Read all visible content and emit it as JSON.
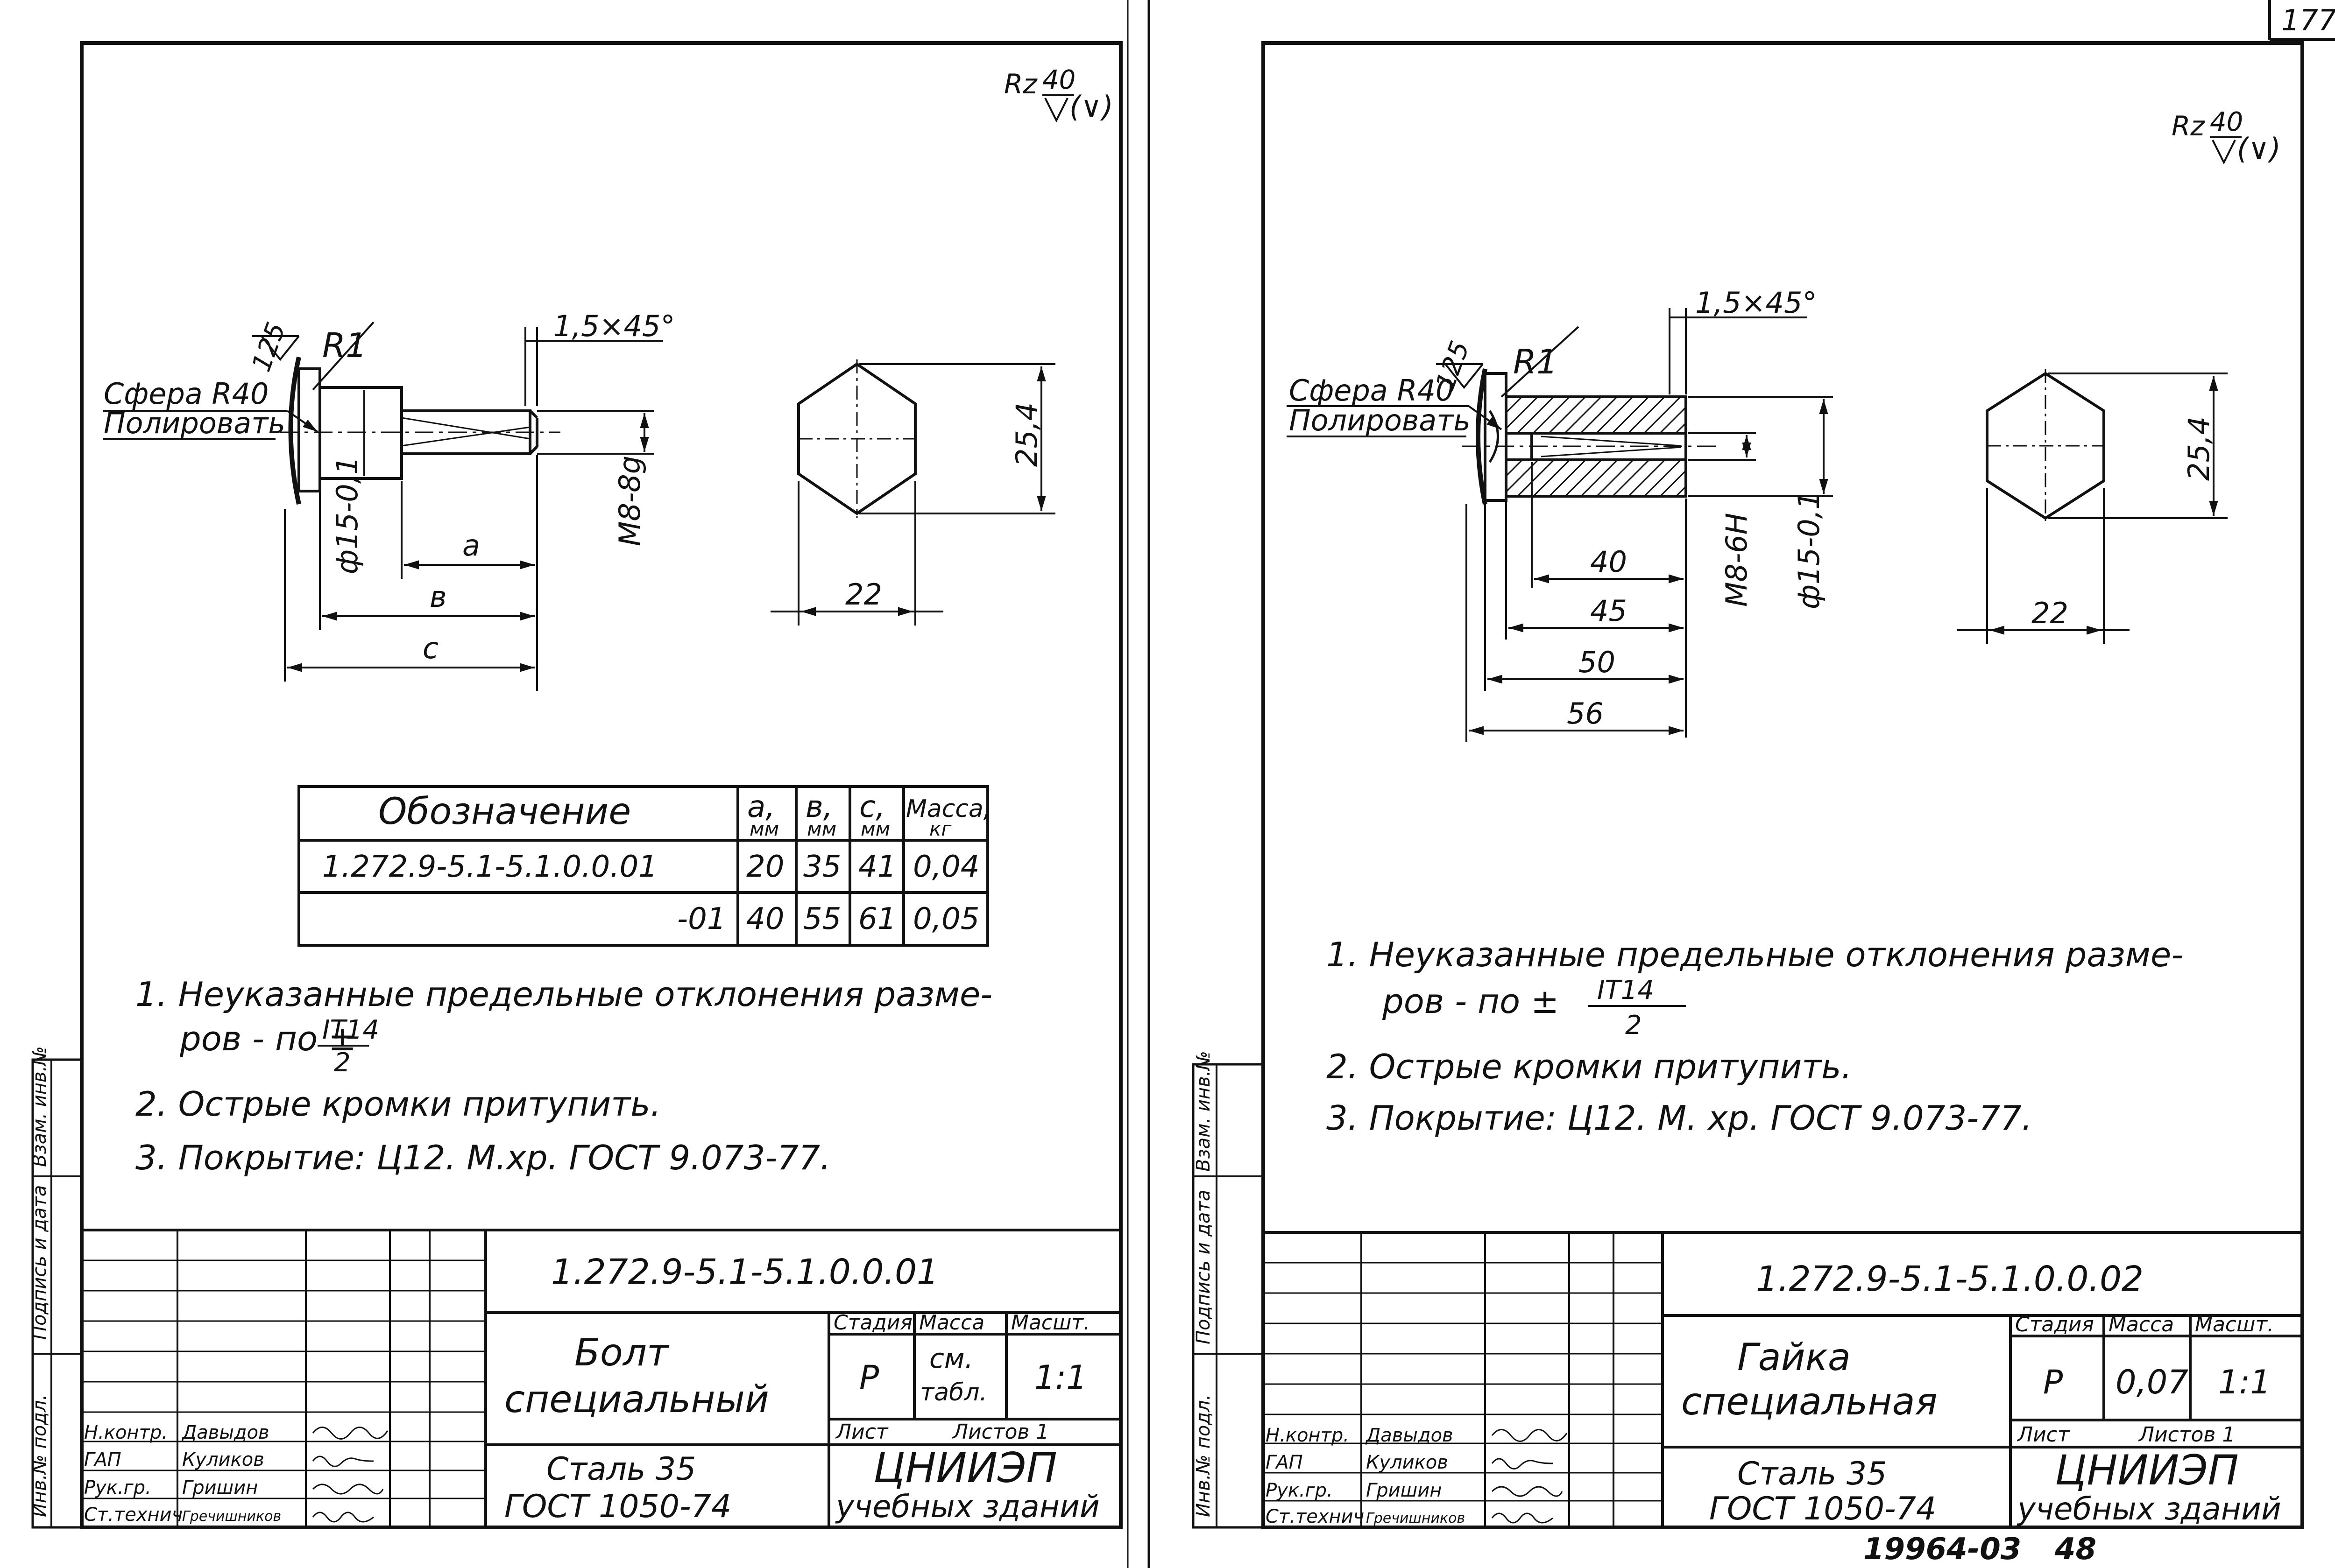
{
  "page_number": "177",
  "roughness": {
    "main": "Rz",
    "value": "40",
    "paren": "(∨)",
    "local_value": "125"
  },
  "left": {
    "sphere_label": "Сфера R40",
    "polish_label": "Полировать",
    "radius_label": "R1",
    "chamfer": "1,5×45°",
    "dims": {
      "dia": "ф15-0,1",
      "thread": "М8-8g",
      "a": "а",
      "b": "в",
      "c": "с",
      "across_corners": "25,4",
      "across_flats": "22"
    },
    "table": {
      "headers": [
        "Обозначение",
        "а,",
        "в,",
        "с,",
        "Масса,"
      ],
      "units": [
        "",
        "мм",
        "мм",
        "мм",
        "кг"
      ],
      "rows": [
        [
          "1.272.9-5.1-5.1.0.0.01",
          "20",
          "35",
          "41",
          "0,04"
        ],
        [
          "-01",
          "40",
          "55",
          "61",
          "0,05"
        ]
      ]
    },
    "notes": {
      "n1a": "1. Неуказанные предельные отклонения разме-",
      "n1b": "ров - по ±",
      "n1num": "IT14",
      "n1den": "2",
      "n2": "2. Острые кромки притупить.",
      "n3": "3. Покрытие:   Ц12. М.хр. ГОСТ 9.073-77."
    },
    "stamp": {
      "code": "1.272.9-5.1-5.1.0.0.01",
      "title1": "Болт",
      "title2": "специальный",
      "material1": "Сталь 35",
      "material2": "ГОСТ 1050-74",
      "stage_h": "Стадия",
      "mass_h": "Масса",
      "scale_h": "Масшт.",
      "stage": "Р",
      "mass1": "см.",
      "mass2": "табл.",
      "scale": "1:1",
      "sheet_h": "Лист",
      "sheets_h": "Листов 1",
      "org1": "ЦНИИЭП",
      "org2": "учебных зданий",
      "roles": [
        "Н.контр.",
        "ГАП",
        "Рук.гр.",
        "Ст.технич"
      ],
      "names": [
        "Давыдов",
        "Куликов",
        "Гришин",
        "Гречишников"
      ]
    },
    "side_labels": [
      "Инв.№ подл.",
      "Подпись и дата",
      "Взам. инв.№"
    ]
  },
  "right": {
    "sphere_label": "Сфера R40",
    "polish_label": "Полировать",
    "radius_label": "R1",
    "chamfer": "1,5×45°",
    "dims": {
      "thread": "М8-6Н",
      "dia": "ф15-0,1",
      "d40": "40",
      "d45": "45",
      "d50": "50",
      "d56": "56",
      "across_corners": "25,4",
      "across_flats": "22"
    },
    "notes": {
      "n1a": "1. Неуказанные предельные отклонения разме-",
      "n1b": "ров - по ±",
      "n1num": "IT14",
      "n1den": "2",
      "n2": "2. Острые кромки притупить.",
      "n3": "3. Покрытие:   Ц12. М. хр. ГОСТ 9.073-77."
    },
    "stamp": {
      "code": "1.272.9-5.1-5.1.0.0.02",
      "title1": "Гайка",
      "title2": "специальная",
      "material1": "Сталь 35",
      "material2": "ГОСТ 1050-74",
      "stage_h": "Стадия",
      "mass_h": "Масса",
      "scale_h": "Масшт.",
      "stage": "Р",
      "mass": "0,07",
      "scale": "1:1",
      "sheet_h": "Лист",
      "sheets_h": "Листов 1",
      "org1": "ЦНИИЭП",
      "org2": "учебных зданий",
      "roles": [
        "Н.контр.",
        "ГАП",
        "Рук.гр.",
        "Ст.технич"
      ],
      "names": [
        "Давыдов",
        "Куликов",
        "Гришин",
        "Гречишников"
      ]
    },
    "side_labels": [
      "Инв.№ подл.",
      "Подпись и дата",
      "Взам. инв.№"
    ]
  },
  "bottom_code": "19964-03",
  "bottom_page": "48"
}
